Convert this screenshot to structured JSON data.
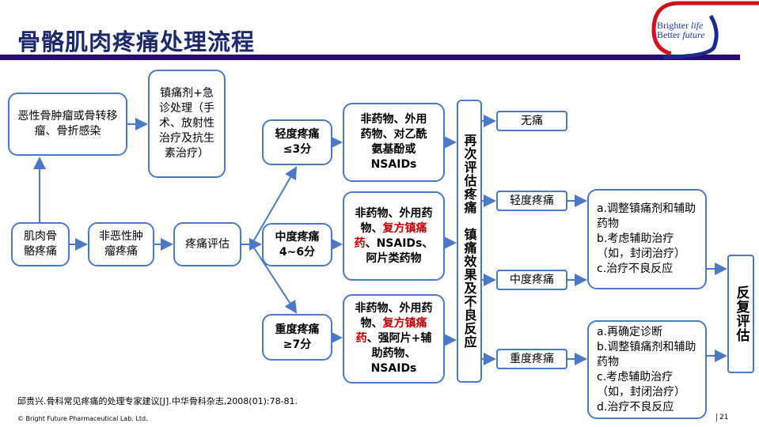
{
  "title": "骨骼肌肉疼痛处理流程",
  "logo": {
    "line1": "Brighter",
    "line1b": "life",
    "line2": "Better",
    "line2b": "future"
  },
  "nodes": {
    "malignant": "恶性骨肿瘤或骨转移瘤、骨折感染",
    "emergency": "镇痛剂+急诊处理（手术、放射性治疗及抗生素治疗）",
    "msk_pain": "肌肉骨骼疼痛",
    "non_malignant": "非恶性肿瘤疼痛",
    "assessment": "疼痛评估",
    "mild": {
      "label": "轻度疼痛",
      "score": "≤3分"
    },
    "moderate": {
      "label": "中度疼痛",
      "score": "4~6分"
    },
    "severe": {
      "label": "重度疼痛",
      "score": "≥7分"
    },
    "drug_mild": "非药物、外用药物、对乙酰氨基酚或NSAIDs",
    "drug_moderate": {
      "a": "非药物、外用药物、",
      "red": "复方镇痛药",
      "b": "、NSAIDs、阿片类药物"
    },
    "drug_severe": {
      "a": "非药物、外用药物、",
      "red": "复方镇痛药",
      "b": "、强阿片+辅助药物、NSAIDs"
    },
    "reassess": "再次评估疼痛　镇痛效果及不良反应",
    "out_none": "无痛",
    "out_mild": "轻度疼痛",
    "out_moderate": "中度疼痛",
    "out_severe": "重度疼痛",
    "action1": [
      "a.调整镇痛剂和辅助药物",
      "b.考虑辅助治疗（如，封闭治疗）",
      "c.治疗不良反应"
    ],
    "action2": [
      "a.再确定诊断",
      "b.调整镇痛剂和辅助药物",
      "c.考虑辅助治疗（如，封闭治疗）",
      "d.治疗不良反应"
    ],
    "repeat": "反复评估"
  },
  "reference": "邱贵兴.骨科常见疼痛的处理专家建议[J].中华骨科杂志,2008(01):78-81.",
  "copyright": "© Bright Future Pharmaceutical Lab. Ltd.",
  "page": "21"
}
